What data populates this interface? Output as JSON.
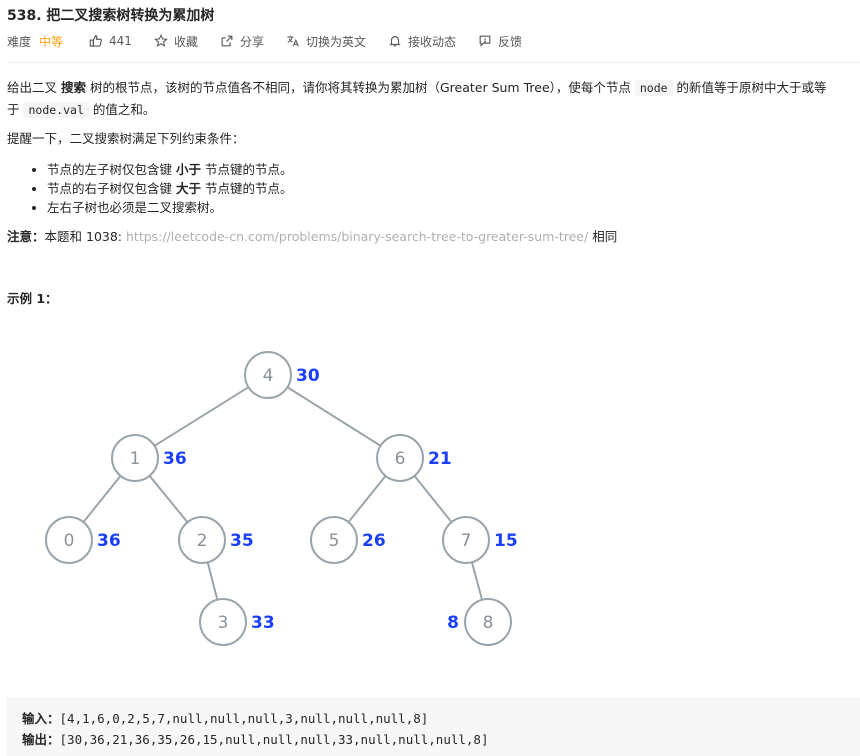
{
  "problem": {
    "title": "538. 把二叉搜索树转换为累加树",
    "difficulty_label": "难度",
    "difficulty": "中等",
    "likes": "441",
    "favorite": "收藏",
    "share": "分享",
    "switch_lang": "切换为英文",
    "notify": "接收动态",
    "feedback": "反馈"
  },
  "colors": {
    "difficulty": "#ffa116",
    "tree_value": "#1a3fff",
    "node_stroke": "#9aa5ab",
    "edge": "#9aa5ab"
  },
  "description": {
    "p1_a": "给出二叉 ",
    "p1_bold": "搜索",
    "p1_b": " 树的根节点，该树的节点值各不相同，请你将其转换为累加树（Greater Sum Tree），使每个节点 ",
    "p1_code1": "node",
    "p1_c": " 的新值等于原树中大于或等",
    "p1_d": "于 ",
    "p1_code2": "node.val",
    "p1_e": " 的值之和。",
    "p2": "提醒一下，二叉搜索树满足下列约束条件：",
    "c1_a": "节点的左子树仅包含键 ",
    "c1_bold": "小于",
    "c1_b": " 节点键的节点。",
    "c2_a": "节点的右子树仅包含键 ",
    "c2_bold": "大于",
    "c2_b": " 节点键的节点。",
    "c3": "左右子树也必须是二叉搜索树。",
    "note_label": "注意：",
    "note_a": "本题和 1038: ",
    "note_link": "https://leetcode-cn.com/problems/binary-search-tree-to-greater-sum-tree/",
    "note_b": " 相同"
  },
  "example": {
    "label": "示例 1：",
    "tree": {
      "nodes": [
        {
          "id": "n4",
          "value": "4",
          "sum": "30"
        },
        {
          "id": "n1",
          "value": "1",
          "sum": "36"
        },
        {
          "id": "n6",
          "value": "6",
          "sum": "21"
        },
        {
          "id": "n0",
          "value": "0",
          "sum": "36"
        },
        {
          "id": "n2",
          "value": "2",
          "sum": "35"
        },
        {
          "id": "n5",
          "value": "5",
          "sum": "26"
        },
        {
          "id": "n7",
          "value": "7",
          "sum": "15"
        },
        {
          "id": "n3",
          "value": "3",
          "sum": "33"
        },
        {
          "id": "n8",
          "value": "8",
          "sum": "8"
        }
      ]
    },
    "input_label": "输入：",
    "input": "[4,1,6,0,2,5,7,null,null,null,3,null,null,null,8]",
    "output_label": "输出：",
    "output": "[30,36,21,36,35,26,15,null,null,null,33,null,null,null,8]"
  }
}
